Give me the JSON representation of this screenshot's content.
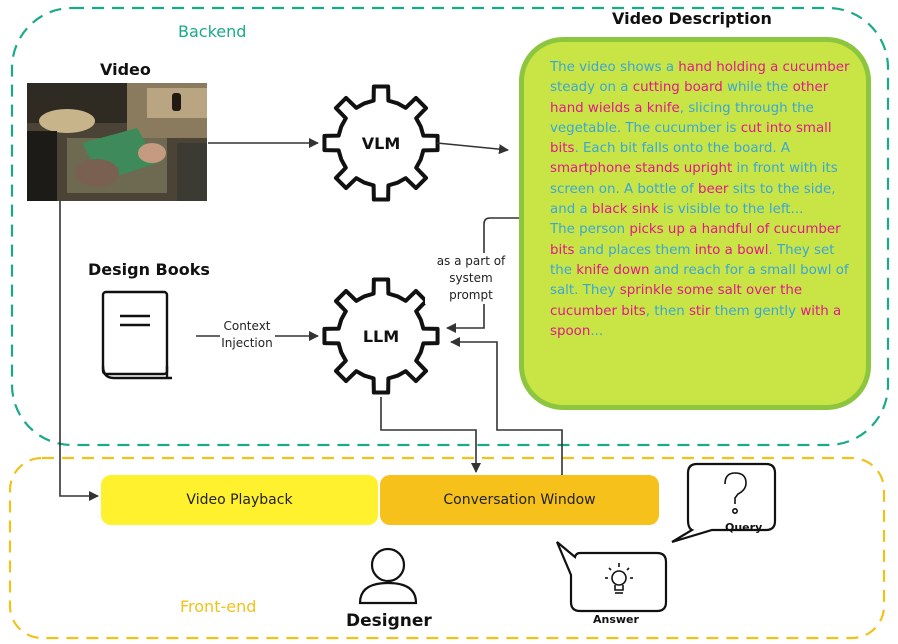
{
  "backend": {
    "label": "Backend",
    "color": "#1aaa8a"
  },
  "frontend": {
    "label": "Front-end",
    "color": "#f2c21b"
  },
  "video": {
    "title": "Video"
  },
  "vlm": {
    "label": "VLM"
  },
  "llm": {
    "label": "LLM"
  },
  "design_books": {
    "title": "Design Books"
  },
  "context_injection": {
    "line1": "Context",
    "line2": "Injection"
  },
  "system_prompt_note": {
    "line1": "as a part of",
    "line2": "system",
    "line3": "prompt"
  },
  "video_description": {
    "title": "Video Description",
    "base_color": "#3aa6d6",
    "highlight_color": "#e0198a",
    "paragraph1": [
      {
        "text": "The video shows a ",
        "hl": false
      },
      {
        "text": "hand holding a cucumber",
        "hl": true
      },
      {
        "text": " steady on a ",
        "hl": false
      },
      {
        "text": "cutting board",
        "hl": true
      },
      {
        "text": " while the ",
        "hl": false
      },
      {
        "text": "other hand wields a knife",
        "hl": true
      },
      {
        "text": ", slicing through the vegetable. The cucumber is ",
        "hl": false
      },
      {
        "text": "cut into small bits",
        "hl": true
      },
      {
        "text": ". Each bit falls onto the board. A ",
        "hl": false
      },
      {
        "text": "smartphone stands upright",
        "hl": true
      },
      {
        "text": " in front with its screen on. A bottle of ",
        "hl": false
      },
      {
        "text": "beer",
        "hl": true
      },
      {
        "text": " sits to the side, and a ",
        "hl": false
      },
      {
        "text": "black sink",
        "hl": true
      },
      {
        "text": " is visible to the left...",
        "hl": false
      }
    ],
    "paragraph2": [
      {
        "text": "The person ",
        "hl": false
      },
      {
        "text": "picks up a handful of cucumber bits",
        "hl": true
      },
      {
        "text": " and places them ",
        "hl": false
      },
      {
        "text": "into a bowl",
        "hl": true
      },
      {
        "text": ". They set the ",
        "hl": false
      },
      {
        "text": "knife down",
        "hl": true
      },
      {
        "text": " and reach for a small bowl of salt. They ",
        "hl": false
      },
      {
        "text": "sprinkle some salt over the cucumber bits",
        "hl": true
      },
      {
        "text": ", then ",
        "hl": false
      },
      {
        "text": "stir",
        "hl": true
      },
      {
        "text": " them gently ",
        "hl": false
      },
      {
        "text": "with a spoon",
        "hl": true
      },
      {
        "text": "...",
        "hl": false
      }
    ]
  },
  "video_playback": {
    "label": "Video Playback",
    "color": "#fff12e"
  },
  "conversation_window": {
    "label": "Conversation Window",
    "color": "#f6c11a"
  },
  "query": {
    "label": "Query",
    "icon": "question-mark-icon"
  },
  "answer": {
    "label": "Answer",
    "icon": "lightbulb-icon"
  },
  "designer": {
    "label": "Designer",
    "icon": "person-icon"
  }
}
